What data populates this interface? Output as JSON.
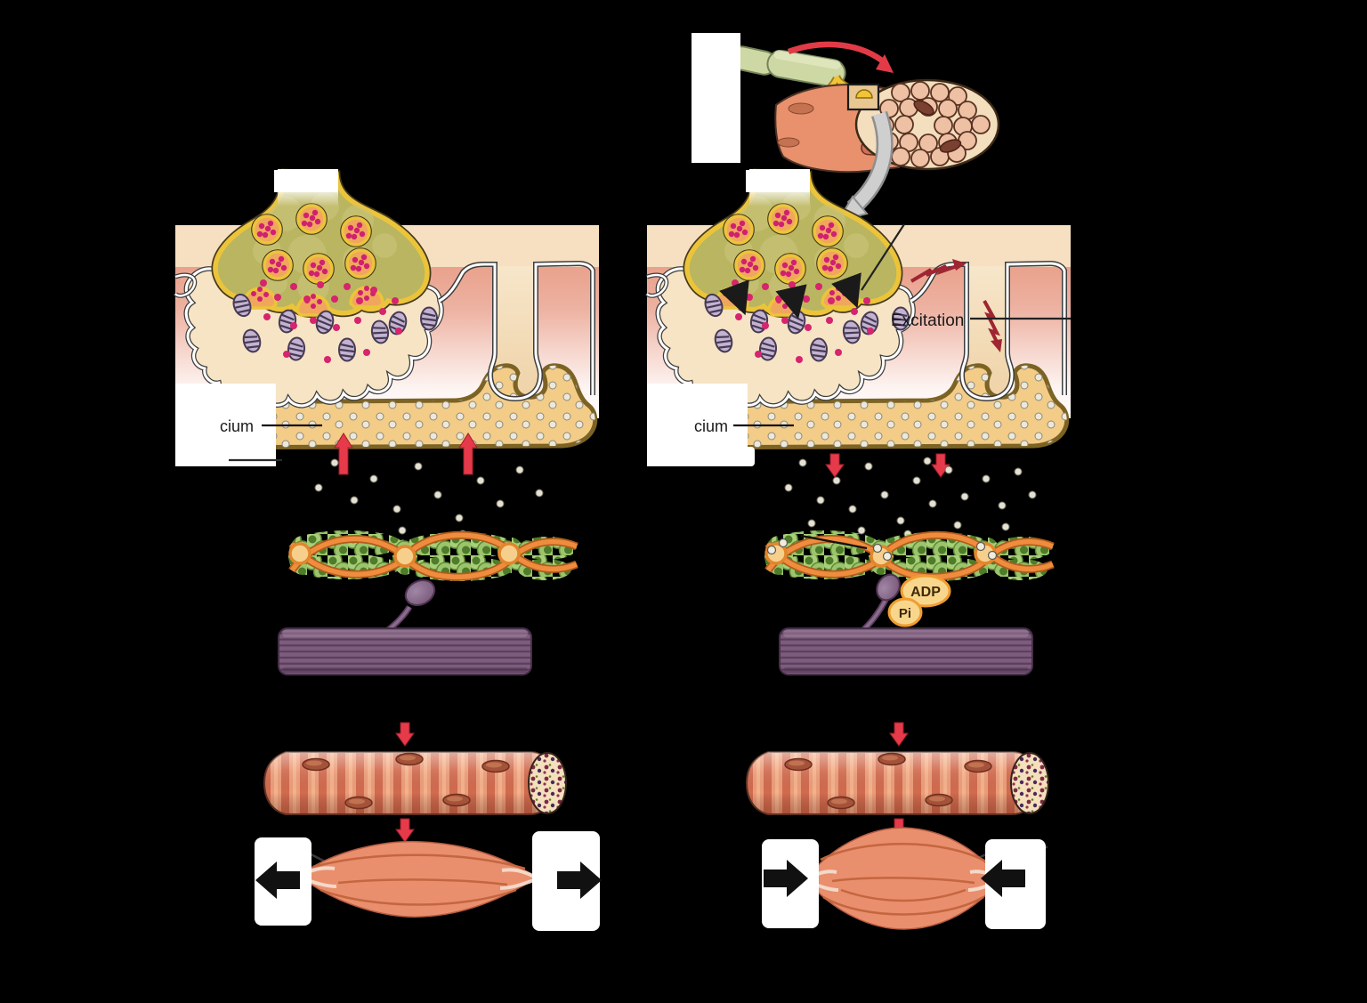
{
  "figure": {
    "background_color": "#000000",
    "description_visible_text_only": true,
    "labels": {
      "left_calcium_fragment": "cium",
      "right_calcium_fragment": "cium",
      "excitation": "Excitation",
      "adp": "ADP",
      "pi": "Pi"
    },
    "label_boxes": [
      {
        "name": "motor-neuron-label-box",
        "state": "blank"
      },
      {
        "name": "left-axon-terminal-label-box",
        "state": "blank"
      },
      {
        "name": "right-axon-terminal-label-box",
        "state": "blank"
      },
      {
        "name": "left-calcium-label-box",
        "state": "blank"
      },
      {
        "name": "right-calcium-label-box",
        "state": "blank"
      },
      {
        "name": "left-muscle-relaxed-label-box-left",
        "state": "blank"
      },
      {
        "name": "left-muscle-relaxed-label-box-right",
        "state": "blank"
      },
      {
        "name": "right-muscle-contracted-label-box-left",
        "state": "blank"
      },
      {
        "name": "right-muscle-contracted-label-box-right",
        "state": "blank"
      }
    ],
    "arrows": {
      "left_sr_calcium_direction": "up",
      "right_sr_calcium_direction": "down",
      "left_muscle_end_arrows": "outward",
      "right_muscle_end_arrows": "inward",
      "right_ach_release_arrows": 3,
      "excitation_bolts": 2
    },
    "colors": {
      "bulb_fill": "#b9b561",
      "bulb_membrane": "#ecc43a",
      "vesicle_fill": "#f0a75d",
      "ach_dot": "#d6246e",
      "receptor": "#c3b3d1",
      "panel_pink": "#eba893",
      "panel_cream": "#f6e0c1",
      "sr_fill": "#f3cc88",
      "sr_border": "#7c6324",
      "calcium_dot": "#ece8dc",
      "actin_bead": "#a8cf78",
      "tropomyosin": "#ef8c3e",
      "troponin": "#f7cf8d",
      "myosin": "#7d5b7d",
      "muscle_fiber": "#eb9d7a",
      "muscle_band": "#d06b4f",
      "red_arrow": "#e63a4a",
      "dark_red_bolt": "#9e2531",
      "neuron_capsule": "#cdd8a4",
      "axon_yellow": "#f1c437",
      "gray_arrow": "#cfcfcf"
    }
  }
}
